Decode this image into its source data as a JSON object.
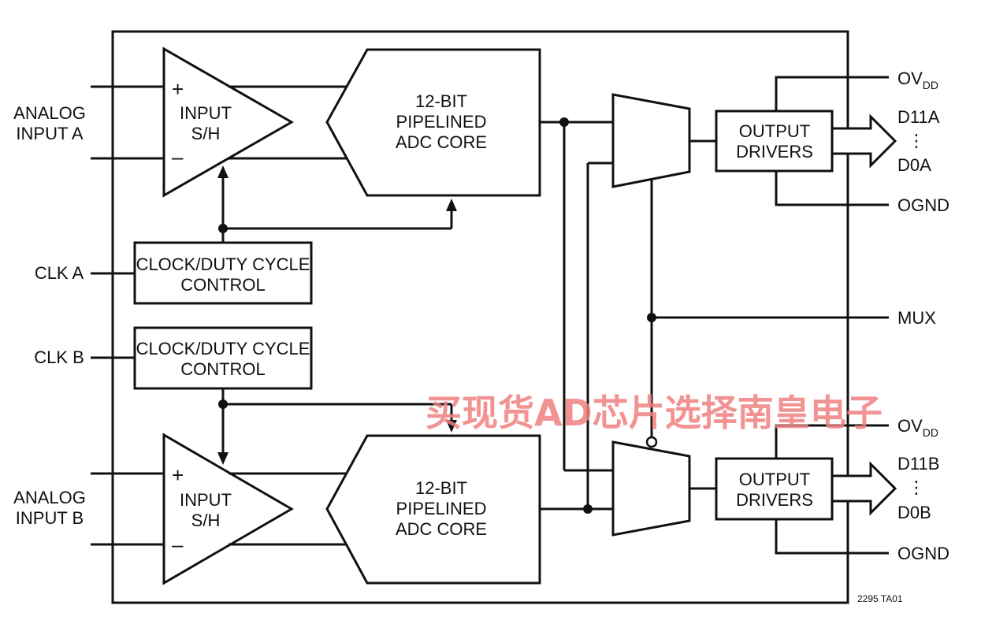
{
  "inputs": {
    "analog_a": [
      "ANALOG",
      "INPUT A"
    ],
    "analog_b": [
      "ANALOG",
      "INPUT B"
    ],
    "clk_a": "CLK A",
    "clk_b": "CLK B"
  },
  "blocks": {
    "sh_a": [
      "INPUT",
      "S/H"
    ],
    "sh_b": [
      "INPUT",
      "S/H"
    ],
    "adc_a": [
      "12-BIT",
      "PIPELINED",
      "ADC CORE"
    ],
    "adc_b": [
      "12-BIT",
      "PIPELINED",
      "ADC CORE"
    ],
    "clk_ctrl_a": [
      "CLOCK/DUTY CYCLE",
      "CONTROL"
    ],
    "clk_ctrl_b": [
      "CLOCK/DUTY CYCLE",
      "CONTROL"
    ],
    "drv_a": [
      "OUTPUT",
      "DRIVERS"
    ],
    "drv_b": [
      "OUTPUT",
      "DRIVERS"
    ],
    "plus": "+",
    "minus": "–"
  },
  "outputs": {
    "ovdd_main": "OV",
    "ovdd_sub": "DD",
    "d11a": "D11A",
    "d0a": "D0A",
    "ognd": "OGND",
    "mux": "MUX",
    "d11b": "D11B",
    "d0b": "D0B",
    "dots": "⋮"
  },
  "figure_id": "2295 TA01",
  "watermark": "买现货AD芯片选择南皇电子"
}
